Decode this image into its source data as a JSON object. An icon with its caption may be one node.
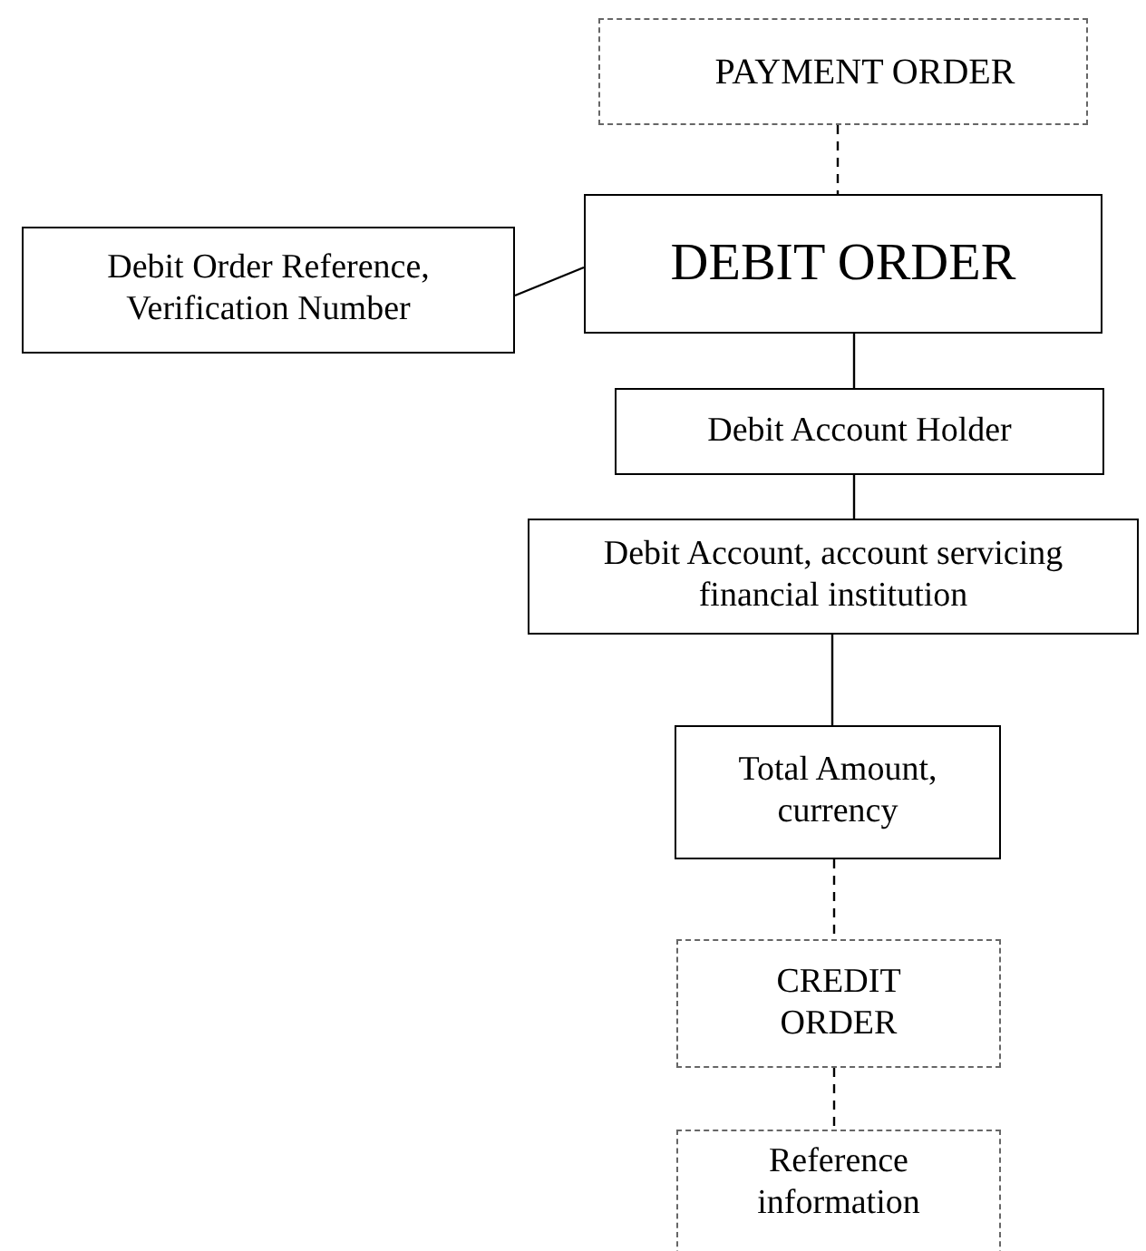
{
  "diagram": {
    "nodes": [
      {
        "text": [
          "PAYMENT ORDER"
        ]
      },
      {
        "text": [
          "Debit Order Reference, Verification Number"
        ]
      },
      {
        "text": [
          "DEBIT ORDER"
        ]
      },
      {
        "text": [
          "Debit Account Holder"
        ]
      },
      {
        "text": [
          "Debit Account, account servicing financial institution"
        ]
      },
      {
        "text": [
          "Total Amount, currency"
        ]
      },
      {
        "text": [
          "CREDIT ORDER"
        ]
      },
      {
        "text": [
          "Reference information"
        ]
      }
    ],
    "edges": [
      {
        "from": 0,
        "to": 2,
        "arrow": "none",
        "style": "dashed"
      },
      {
        "from": 1,
        "to": 2,
        "arrow": "none"
      },
      {
        "from": 2,
        "to": 3,
        "arrow": "none"
      },
      {
        "from": 3,
        "to": 4,
        "arrow": "none"
      },
      {
        "from": 4,
        "to": 5,
        "arrow": "none"
      },
      {
        "from": 5,
        "to": 6,
        "arrow": "none",
        "style": "dashed"
      },
      {
        "from": 6,
        "to": 7,
        "arrow": "none",
        "style": "dashed"
      }
    ]
  }
}
